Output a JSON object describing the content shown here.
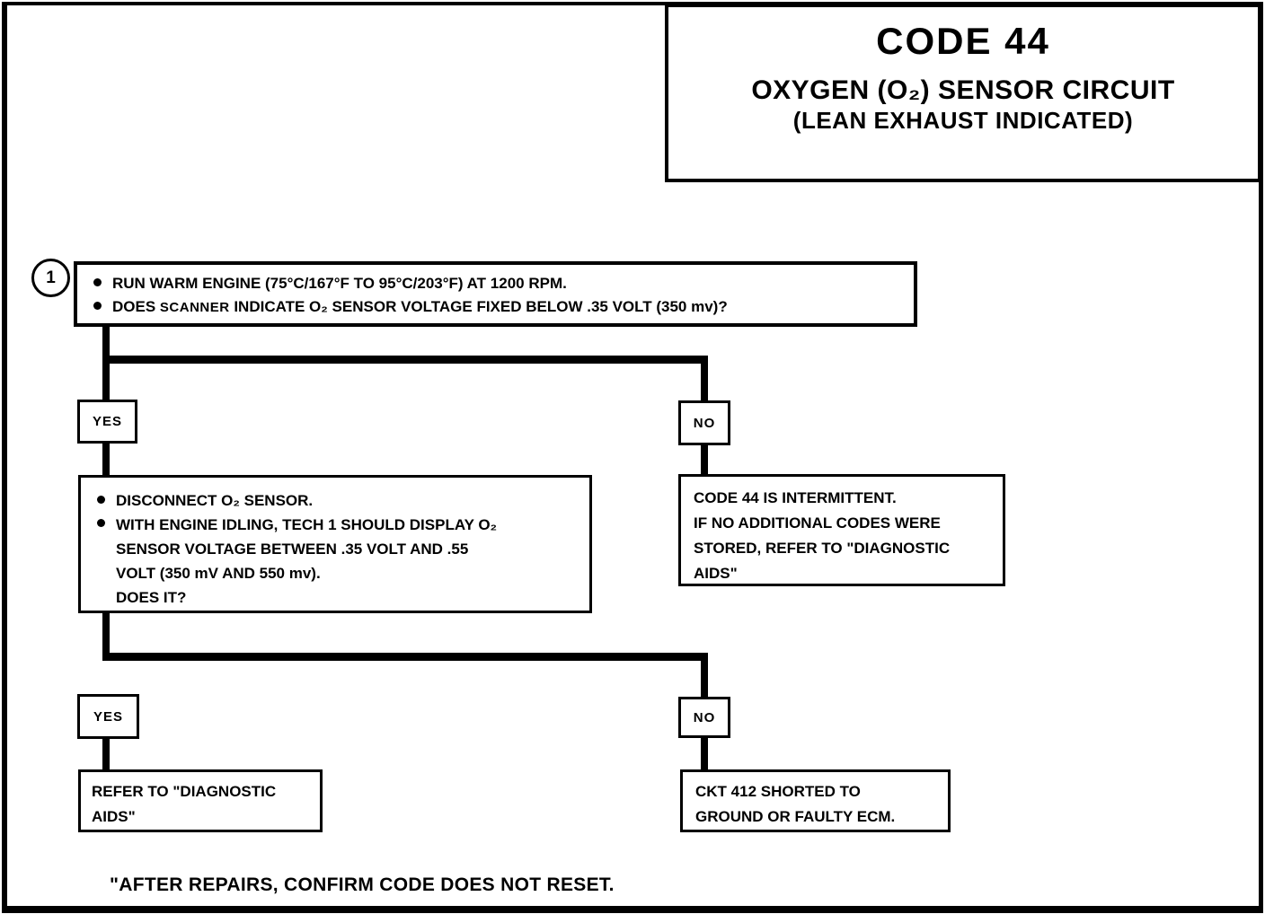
{
  "title_box": {
    "code": "CODE 44",
    "subtitle": "OXYGEN (O₂) SENSOR CIRCUIT",
    "subtitle2": "(LEAN EXHAUST INDICATED)"
  },
  "flow": {
    "step_number": "1",
    "question1": {
      "bullet1": "RUN WARM ENGINE  (75°C/167°F TO 95°C/203°F)  AT 1200 RPM.",
      "bullet2_prefix": "DOES ",
      "bullet2_scanner": "SCANNER",
      "bullet2_suffix": "  INDICATE O₂ SENSOR  VOLTAGE FIXED BELOW .35 VOLT (350 mv)?"
    },
    "branch1": {
      "yes": "YES",
      "no": "NO"
    },
    "check2": {
      "bullet1": "DISCONNECT O₂ SENSOR.",
      "bullet2_lines": [
        "WITH ENGINE IDLING, TECH 1 SHOULD DISPLAY O₂",
        "SENSOR VOLTAGE BETWEEN .35 VOLT AND .55",
        "VOLT (350 mV AND 550 mv).",
        "DOES IT?"
      ]
    },
    "intermittent": {
      "lines": [
        "CODE 44 IS INTERMITTENT.",
        "IF NO ADDITIONAL CODES WERE",
        "STORED, REFER TO  \"DIAGNOSTIC",
        "AIDS\""
      ]
    },
    "branch2": {
      "yes": "YES",
      "no": "NO"
    },
    "refer": {
      "lines": [
        "REFER TO  \"DIAGNOSTIC",
        "AIDS\""
      ]
    },
    "ckt": {
      "lines": [
        "CKT 412  SHORTED TO",
        "GROUND OR FAULTY ECM."
      ]
    }
  },
  "page": {
    "footer_note": "\"AFTER REPAIRS, CONFIRM CODE DOES NOT RESET."
  }
}
